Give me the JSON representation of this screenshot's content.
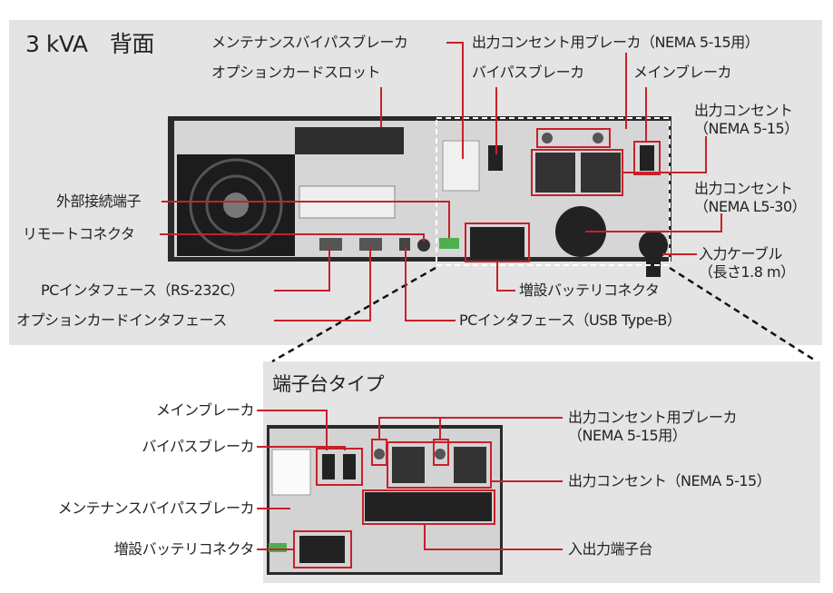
{
  "top": {
    "title": "3 kVA　背面",
    "labels": {
      "maint_bypass": "メンテナンスバイパスブレーカ",
      "outlet_breaker": "出力コンセント用ブレーカ（NEMA 5-15用）",
      "option_slot": "オプションカードスロット",
      "bypass": "バイパスブレーカ",
      "main": "メインブレーカ",
      "outlet_515_1": "出力コンセント",
      "outlet_515_2": "（NEMA 5-15）",
      "outlet_l530_1": "出力コンセント",
      "outlet_l530_2": "（NEMA L5-30）",
      "input_cable_1": "入力ケーブル",
      "input_cable_2": "（長さ1.8 m）",
      "ext_terminal": "外部接続端子",
      "remote": "リモートコネクタ",
      "rs232": "PCインタフェース（RS-232C）",
      "option_if": "オプションカードインタフェース",
      "usb": "PCインタフェース（USB Type-B）",
      "battery": "増設バッテリコネクタ"
    }
  },
  "bottom": {
    "title": "端子台タイプ",
    "labels": {
      "main": "メインブレーカ",
      "bypass": "バイパスブレーカ",
      "maint_bypass": "メンテナンスバイパスブレーカ",
      "battery": "増設バッテリコネクタ",
      "outlet_breaker_1": "出力コンセント用ブレーカ",
      "outlet_breaker_2": "（NEMA 5-15用）",
      "outlet": "出力コンセント（NEMA 5-15）",
      "terminal": "入出力端子台"
    }
  },
  "colors": {
    "leader": "#c8202a",
    "panel": "#e4e4e4"
  }
}
